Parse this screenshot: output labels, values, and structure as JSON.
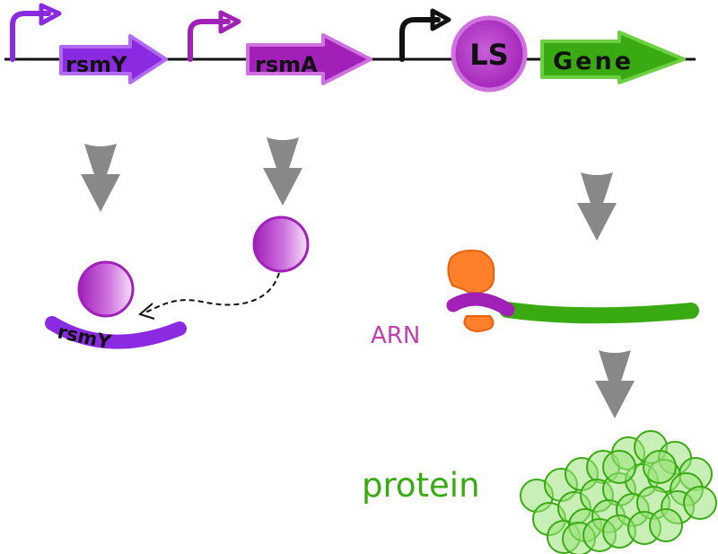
{
  "genes": {
    "rsmy": "rsmY",
    "rsma": "rsmA",
    "ls": "LS",
    "gene": "Gene"
  },
  "labels": {
    "rsmy_rna": "rsmY",
    "arn": "ARN",
    "protein": "protein"
  },
  "colors": {
    "violet": "#8a2be2",
    "violet_light": "#c47ff0",
    "purple": "#a020b8",
    "magenta_text": "#c040b0",
    "green": "#3aaa12",
    "green_light": "#9be37a",
    "orange": "#ff7f2a",
    "arrow_gray": "#888888",
    "black": "#111111"
  },
  "icons": [
    "promoter-arrow-icon",
    "down-arrow-icon",
    "ribosome-icon",
    "protein-cluster-icon"
  ]
}
